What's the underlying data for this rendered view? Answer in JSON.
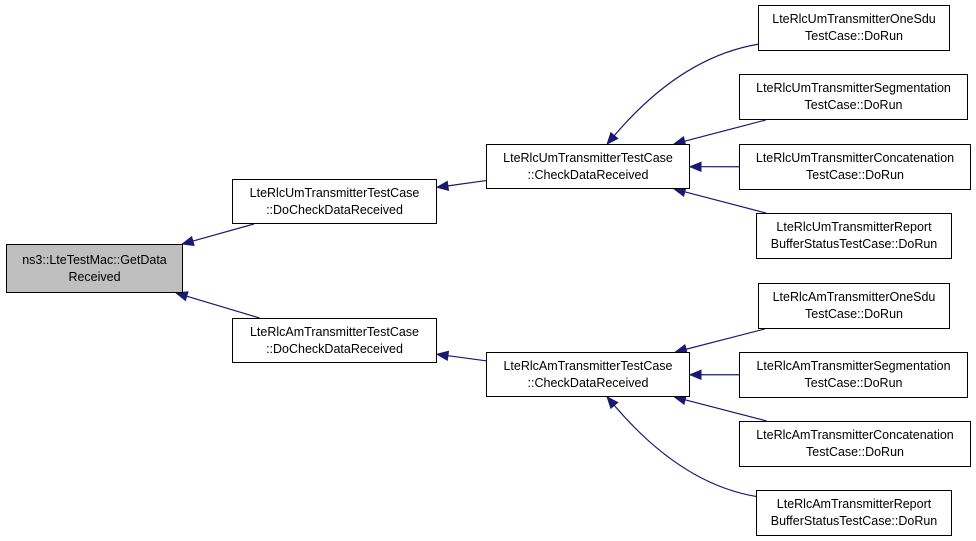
{
  "colors": {
    "edge": "#191970",
    "root_fill": "#bfbfbf",
    "node_fill": "#ffffff",
    "border": "#000000"
  },
  "nodes": {
    "root": {
      "line1": "ns3::LteTestMac::GetData",
      "line2": "Received"
    },
    "um_do_check": {
      "line1": "LteRlcUmTransmitterTestCase",
      "line2": "::DoCheckDataReceived"
    },
    "am_do_check": {
      "line1": "LteRlcAmTransmitterTestCase",
      "line2": "::DoCheckDataReceived"
    },
    "um_check": {
      "line1": "LteRlcUmTransmitterTestCase",
      "line2": "::CheckDataReceived"
    },
    "am_check": {
      "line1": "LteRlcAmTransmitterTestCase",
      "line2": "::CheckDataReceived"
    },
    "um_one_sdu": {
      "line1": "LteRlcUmTransmitterOneSdu",
      "line2": "TestCase::DoRun"
    },
    "um_segmentation": {
      "line1": "LteRlcUmTransmitterSegmentation",
      "line2": "TestCase::DoRun"
    },
    "um_concatenation": {
      "line1": "LteRlcUmTransmitterConcatenation",
      "line2": "TestCase::DoRun"
    },
    "um_report": {
      "line1": "LteRlcUmTransmitterReport",
      "line2": "BufferStatusTestCase::DoRun"
    },
    "am_one_sdu": {
      "line1": "LteRlcAmTransmitterOneSdu",
      "line2": "TestCase::DoRun"
    },
    "am_segmentation": {
      "line1": "LteRlcAmTransmitterSegmentation",
      "line2": "TestCase::DoRun"
    },
    "am_concatenation": {
      "line1": "LteRlcAmTransmitterConcatenation",
      "line2": "TestCase::DoRun"
    },
    "am_report": {
      "line1": "LteRlcAmTransmitterReport",
      "line2": "BufferStatusTestCase::DoRun"
    }
  },
  "edges": [
    {
      "from": "um_do_check",
      "to": "root"
    },
    {
      "from": "am_do_check",
      "to": "root"
    },
    {
      "from": "um_check",
      "to": "um_do_check"
    },
    {
      "from": "am_check",
      "to": "am_do_check"
    },
    {
      "from": "um_one_sdu",
      "to": "um_check"
    },
    {
      "from": "um_segmentation",
      "to": "um_check"
    },
    {
      "from": "um_concatenation",
      "to": "um_check"
    },
    {
      "from": "um_report",
      "to": "um_check"
    },
    {
      "from": "am_one_sdu",
      "to": "am_check"
    },
    {
      "from": "am_segmentation",
      "to": "am_check"
    },
    {
      "from": "am_concatenation",
      "to": "am_check"
    },
    {
      "from": "am_report",
      "to": "am_check"
    }
  ]
}
